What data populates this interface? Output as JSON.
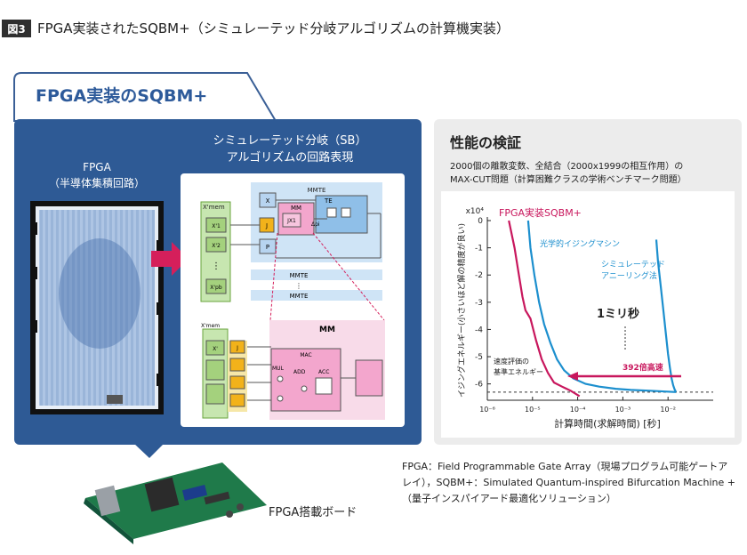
{
  "figure": {
    "badge": "図3",
    "title": "FPGA実装されたSQBM+（シミュレーテッド分岐アルゴリズムの計算機実装）"
  },
  "left_panel": {
    "tab_title": "FPGA実装のSQBM+",
    "fpga_label_line1": "FPGA",
    "fpga_label_line2": "（半導体集積回路）",
    "sb_title_line1": "シミュレーテッド分岐（SB）",
    "sb_title_line2": "アルゴリズムの回路表現",
    "board_label": "FPGA搭載ボード"
  },
  "circuit": {
    "xmem_top": "X'mem",
    "xmem_bottom": "X'mem",
    "x1": "X'1",
    "x2": "X'2",
    "xpb": "X'pb",
    "vdots": "⋮",
    "mmte_top": "MMTE",
    "mmte_mid": "MMTE",
    "mmte_low": "MMTE",
    "x": "X",
    "j": "J",
    "p": "P",
    "mm_small": "MM",
    "jx1": "JX1",
    "te": "TE",
    "dpi": "Δpi",
    "mm_big": "MM",
    "mac": "MAC",
    "mul": "MUL",
    "add": "ADD",
    "acc": "ACC",
    "xprime": "X'",
    "j_bottom": "J"
  },
  "right_panel": {
    "title": "性能の検証",
    "subtitle_line1": "2000個の離散変数、全結合（2000x1999の相互作用）の",
    "subtitle_line2": "MAX-CUT問題（計算困難クラスの学術ベンチマーク問題）"
  },
  "chart_data": {
    "type": "line",
    "xscale": "log",
    "xlabel": "計算時間(求解時間) [秒]",
    "ylabel": "イジングエネルギー(小さいほど解の精度が良い)",
    "y_multiplier_label": "x10⁴",
    "xlim": [
      1e-06,
      0.1
    ],
    "ylim": [
      -6.6,
      0
    ],
    "x_ticks": [
      {
        "value": 1e-06,
        "label": "10⁻⁶"
      },
      {
        "value": 1e-05,
        "label": "10⁻⁵"
      },
      {
        "value": 0.0001,
        "label": "10⁻⁴"
      },
      {
        "value": 0.001,
        "label": "10⁻³"
      },
      {
        "value": 0.01,
        "label": "10⁻²"
      }
    ],
    "y_ticks": [
      {
        "value": 0,
        "label": "0"
      },
      {
        "value": -1,
        "label": "-1"
      },
      {
        "value": -2,
        "label": "-2"
      },
      {
        "value": -3,
        "label": "-3"
      },
      {
        "value": -4,
        "label": "-4"
      },
      {
        "value": -5,
        "label": "-5"
      },
      {
        "value": -6,
        "label": "-6"
      }
    ],
    "reference_y": -6.3,
    "series": [
      {
        "name": "FPGA実装SQBM+",
        "color": "#c8175d",
        "x": [
          3e-06,
          4e-06,
          5e-06,
          6e-06,
          7e-06,
          9e-06,
          1.2e-05,
          1.6e-05,
          2.2e-05,
          3e-05,
          4.5e-05,
          7e-05,
          0.00011
        ],
        "y": [
          0,
          -1.0,
          -2.0,
          -2.8,
          -3.3,
          -3.6,
          -4.4,
          -5.1,
          -5.6,
          -5.95,
          -6.1,
          -6.25,
          -6.45
        ]
      },
      {
        "name": "光学的イジングマシン",
        "color": "#1c8fce",
        "x": [
          8e-06,
          9e-06,
          1.1e-05,
          1.4e-05,
          1.8e-05,
          2.5e-05,
          3.5e-05,
          5e-05,
          8e-05,
          0.00015,
          0.0003,
          0.0007,
          0.0015,
          0.004,
          0.015
        ],
        "y": [
          0,
          -1.0,
          -2.0,
          -3.0,
          -3.8,
          -4.5,
          -5.1,
          -5.5,
          -5.8,
          -6.0,
          -6.1,
          -6.18,
          -6.22,
          -6.25,
          -6.3
        ]
      },
      {
        "name": "シミュレーテッドアニーリング法",
        "color": "#1c8fce",
        "x": [
          0.0055,
          0.006,
          0.007,
          0.008,
          0.009,
          0.01,
          0.011,
          0.012,
          0.013,
          0.014,
          0.015
        ],
        "y": [
          -0.7,
          -1.5,
          -2.5,
          -3.4,
          -4.2,
          -4.9,
          -5.4,
          -5.8,
          -6.05,
          -6.2,
          -6.3
        ]
      }
    ],
    "annotations": {
      "fpga": "FPGA実装SQBM+",
      "optical": "光学的イジングマシン",
      "sa_line1": "シミュレーテッド",
      "sa_line2": "アニーリング法",
      "one_ms": "1ミリ秒",
      "speedup": "392倍高速",
      "ref_line1": "速度評価の",
      "ref_line2": "基準エネルギー"
    }
  },
  "caption": {
    "line1": "FPGA：Field Programmable Gate Array（現場プログラム可能ゲートア",
    "line2": "レイ），SQBM+：Simulated Quantum-inspired Bifurcation Machine +",
    "line3": "（量子インスパイアード最適化ソリューション）"
  }
}
